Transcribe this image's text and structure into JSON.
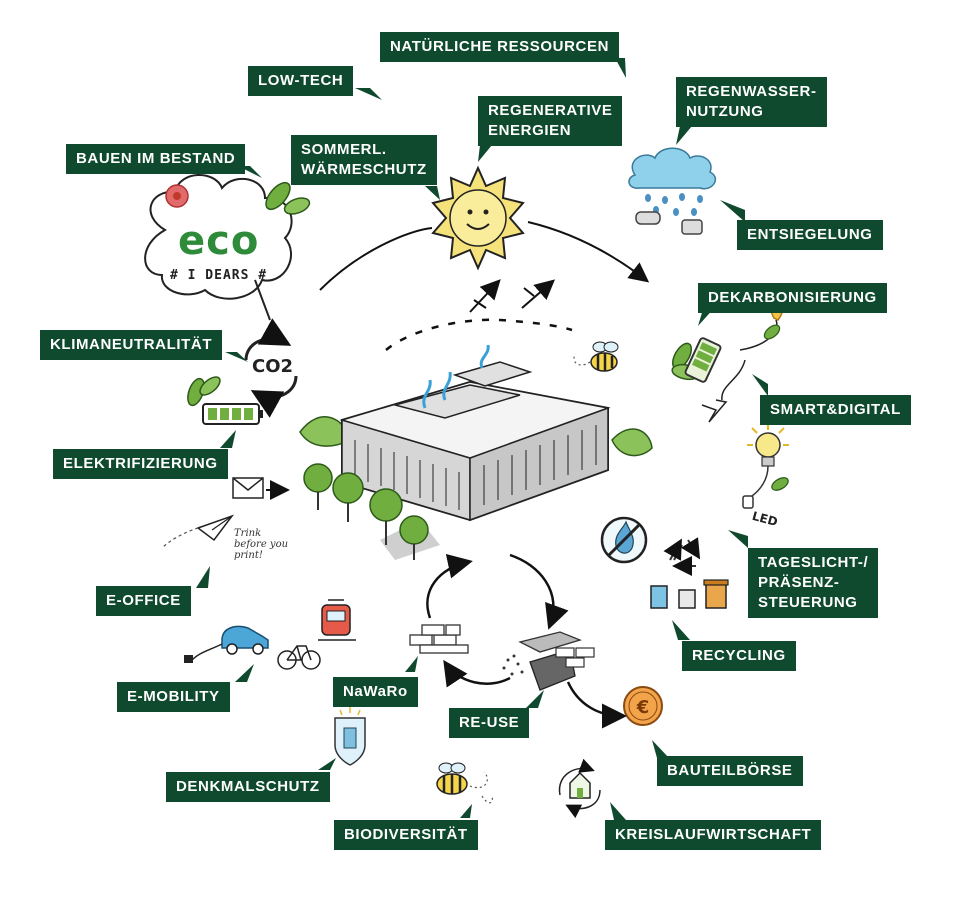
{
  "labels": {
    "natuerliche_ressourcen": "NATÜRLICHE RESSOURCEN",
    "low_tech": "LOW-TECH",
    "regenerative_energien": "REGENERATIVE\nENERGIEN",
    "regenwassernutzung": "REGENWASSER-\nNUTZUNG",
    "bauen_im_bestand": "BAUEN IM BESTAND",
    "sommerl_waermeschutz": "SOMMERL.\nWÄRMESCHUTZ",
    "entsiegelung": "ENTSIEGELUNG",
    "dekarbonisierung": "DEKARBONISIERUNG",
    "klimaneutralitaet": "KLIMANEUTRALITÄT",
    "smart_digital": "SMART&DIGITAL",
    "elektrifizierung": "ELEKTRIFIZIERUNG",
    "tageslicht": "TAGESLICHT-/\nPRÄSENZ-\nSTEUERUNG",
    "e_office": "E-OFFICE",
    "recycling": "RECYCLING",
    "e_mobility": "E-MOBILITY",
    "nawaro": "NaWaRo",
    "re_use": "RE-USE",
    "bauteilboerse": "BAUTEILBÖRSE",
    "denkmalschutz": "DENKMALSCHUTZ",
    "biodiversitaet": "BIODIVERSITÄT",
    "kreislaufwirtschaft": "KREISLAUFWIRTSCHAFT"
  },
  "sketch_text": {
    "eco_logo": "eco",
    "eco_sub": "# I DEARS #",
    "co2": "CO2",
    "trink_note": "Trink\nbefore you\nprint!",
    "led": "LED",
    "euro": "€"
  },
  "colors": {
    "label_bg": "#0f4a2e",
    "label_text": "#ffffff",
    "leaf": "#6fae3f",
    "sun": "#f6e27a",
    "cloud": "#8fd0ea",
    "euro": "#e8892b"
  }
}
